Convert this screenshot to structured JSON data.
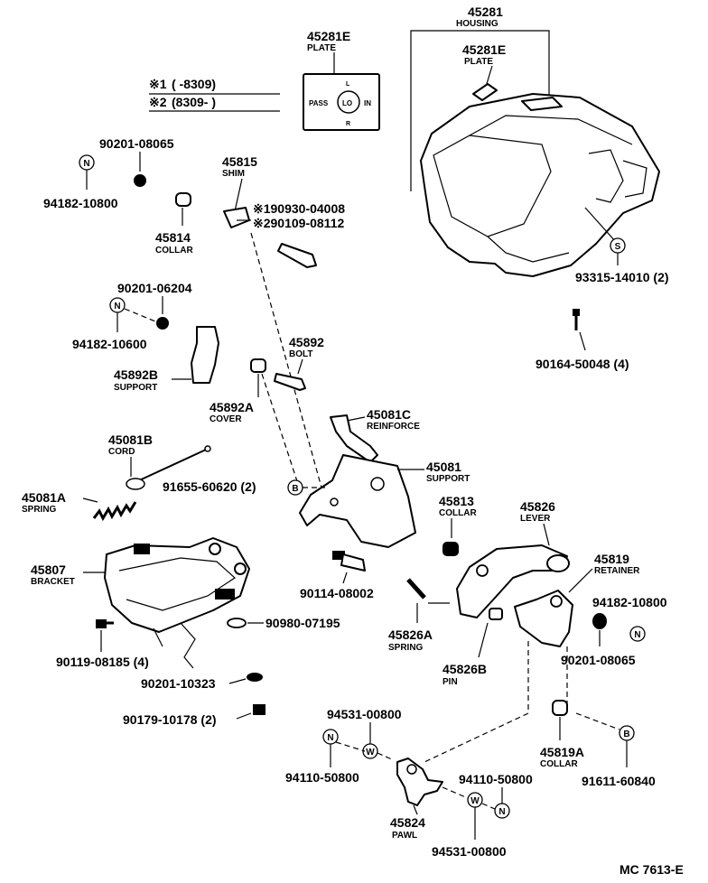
{
  "legend": {
    "row1_mark": "※1",
    "row1_range": "(      -8309)",
    "row2_mark": "※2",
    "row2_range": "(8309-      )"
  },
  "plate_panel": {
    "pass": "PASS",
    "lo": "LO",
    "in": "IN",
    "top": "L",
    "bottom": "R"
  },
  "symbols": {
    "n": "N",
    "s": "S",
    "w": "W",
    "b": "B"
  },
  "labels": {
    "housing_no": "45281",
    "housing_name": "HOUSING",
    "plate_top_no": "45281E",
    "plate_top_name": "PLATE",
    "plate_in_no": "45281E",
    "plate_in_name": "PLATE",
    "shim_no": "45815",
    "shim_name": "SHIM",
    "screw1_no": "※190930-04008",
    "screw2_no": "※290109-08112",
    "nut_08065_a": "90201-08065",
    "n_10800_a": "94182-10800",
    "collar_no": "45814",
    "collar_name": "COLLAR",
    "nut_06204": "90201-06204",
    "n_10600": "94182-10600",
    "support_b_no": "45892B",
    "support_b_name": "SUPPORT",
    "bolt_no": "45892",
    "bolt_name": "BOLT",
    "cover_no": "45892A",
    "cover_name": "COVER",
    "s_14010": "93315-14010 (2)",
    "screw_50048": "90164-50048 (4)",
    "reinforce_no": "45081C",
    "reinforce_name": "REINFORCE",
    "cord_no": "45081B",
    "cord_name": "CORD",
    "support_no": "45081",
    "support_name": "SUPPORT",
    "b_60620": "91655-60620 (2)",
    "spring_a_no": "45081A",
    "spring_a_name": "SPRING",
    "collar13_no": "45813",
    "collar13_name": "COLLAR",
    "lever_no": "45826",
    "lever_name": "LEVER",
    "bracket_no": "45807",
    "bracket_name": "BRACKET",
    "retainer_no": "45819",
    "retainer_name": "RETAINER",
    "bolt_08002": "90114-08002",
    "n_10800_b": "94182-10800",
    "bolt_07195": "90980-07195",
    "spring26_no": "45826A",
    "spring26_name": "SPRING",
    "nut_08065_b": "90201-08065",
    "bolt_08185": "90119-08185 (4)",
    "pin_no": "45826B",
    "pin_name": "PIN",
    "nut_10323": "90201-10323",
    "nut_10178": "90179-10178 (2)",
    "w_00800_a": "94531-00800",
    "collar19_no": "45819A",
    "collar19_name": "COLLAR",
    "n_50800_a": "94110-50800",
    "n_50800_b": "94110-50800",
    "b_60840": "91611-60840",
    "pawl_no": "45824",
    "pawl_name": "PAWL",
    "w_00800_b": "94531-00800",
    "catalog_code": "MC 7613-E"
  }
}
